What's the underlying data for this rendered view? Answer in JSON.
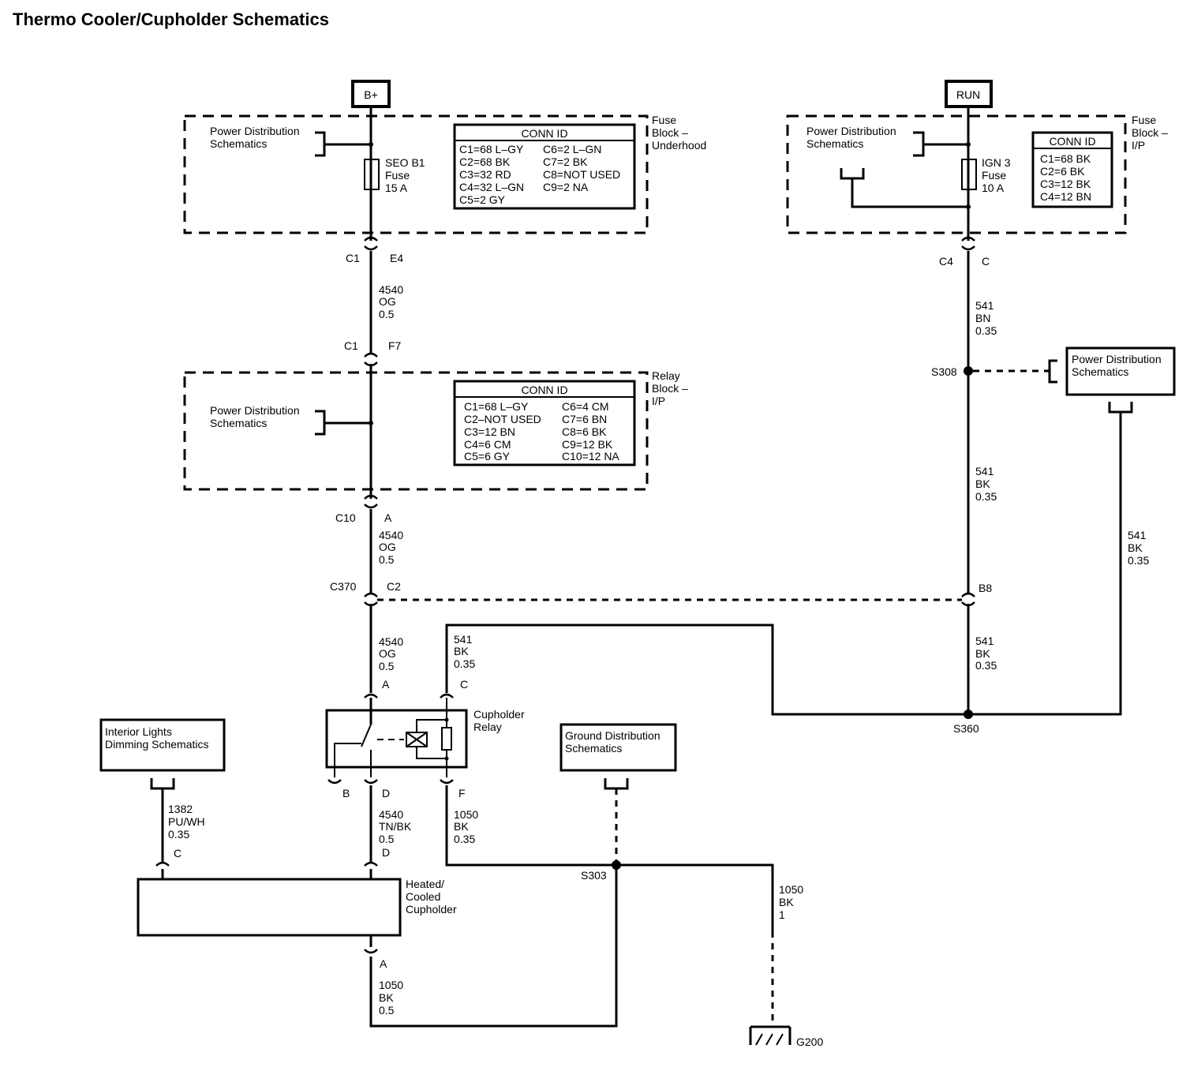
{
  "title": "Thermo Cooler/Cupholder Schematics",
  "sources": {
    "bplus": "B+",
    "run": "RUN"
  },
  "fuse_underhood": {
    "block_label": [
      "Fuse",
      "Block –",
      "Underhood"
    ],
    "ref": [
      "Power Distribution",
      "Schematics"
    ],
    "fuse": [
      "SEO B1",
      "Fuse",
      "15 A"
    ],
    "conn_title": "CONN ID",
    "conn_left": [
      "C1=68 L–GY",
      "C2=68 BK",
      "C3=32 RD",
      "C4=32 L–GN",
      "C5=2 GY"
    ],
    "conn_right": [
      "C6=2 L–GN",
      "C7=2 BK",
      "C8=NOT USED",
      "C9=2 NA"
    ]
  },
  "fuse_ip": {
    "block_label": [
      "Fuse",
      "Block –",
      "I/P"
    ],
    "ref": [
      "Power Distribution",
      "Schematics"
    ],
    "fuse": [
      "IGN 3",
      "Fuse",
      "10 A"
    ],
    "conn_title": "CONN ID",
    "conn": [
      "C1=68 BK",
      "C2=6 BK",
      "C3=12 BK",
      "C4=12 BN"
    ]
  },
  "relay_block": {
    "block_label": [
      "Relay",
      "Block –",
      "I/P"
    ],
    "ref": [
      "Power Distribution",
      "Schematics"
    ],
    "conn_title": "CONN ID",
    "conn_left": [
      "C1=68 L–GY",
      "C2–NOT USED",
      "C3=12 BN",
      "C4=6 CM",
      "C5=6 GY"
    ],
    "conn_right": [
      "C6=4 CM",
      "C7=6 BN",
      "C8=6 BK",
      "C9=12 BK",
      "C10=12 NA"
    ]
  },
  "connectors": {
    "c1_e4": [
      "C1",
      "E4"
    ],
    "c1_f7": [
      "C1",
      "F7"
    ],
    "c4_c": [
      "C4",
      "C"
    ],
    "c10_a": [
      "C10",
      "A"
    ],
    "c370_c2": [
      "C370",
      "C2"
    ],
    "b8": "B8",
    "relay_a": "A",
    "relay_c": "C",
    "relay_b": "B",
    "relay_d": "D",
    "relay_f": "F",
    "cup_c": "C",
    "cup_d": "D",
    "cup_a": "A"
  },
  "wires": {
    "w_4540_1": [
      "4540",
      "OG",
      "0.5"
    ],
    "w_4540_2": [
      "4540",
      "OG",
      "0.5"
    ],
    "w_4540_3": [
      "4540",
      "OG",
      "0.5"
    ],
    "w_541_bn": [
      "541",
      "BN",
      "0.35"
    ],
    "w_541_bk1": [
      "541",
      "BK",
      "0.35"
    ],
    "w_541_bk2": [
      "541",
      "BK",
      "0.35"
    ],
    "w_541_bk3": [
      "541",
      "BK",
      "0.35"
    ],
    "w_541_bk4": [
      "541",
      "BK",
      "0.35"
    ],
    "w_1382": [
      "1382",
      "PU/WH",
      "0.35"
    ],
    "w_4540_tn": [
      "4540",
      "TN/BK",
      "0.5"
    ],
    "w_1050_a": [
      "1050",
      "BK",
      "0.35"
    ],
    "w_1050_b": [
      "1050",
      "BK",
      "1"
    ],
    "w_1050_c": [
      "1050",
      "BK",
      "0.5"
    ]
  },
  "splices": {
    "s308": "S308",
    "s360": "S360",
    "s303": "S303"
  },
  "ground": "G200",
  "relay_label": [
    "Cupholder",
    "Relay"
  ],
  "cupholder_label": [
    "Heated/",
    "Cooled",
    "Cupholder"
  ],
  "ref_boxes": {
    "pd_right": [
      "Power Distribution",
      "Schematics"
    ],
    "interior_lights": [
      "Interior Lights",
      "Dimming Schematics"
    ],
    "ground_dist": [
      "Ground Distribution",
      "Schematics"
    ]
  }
}
